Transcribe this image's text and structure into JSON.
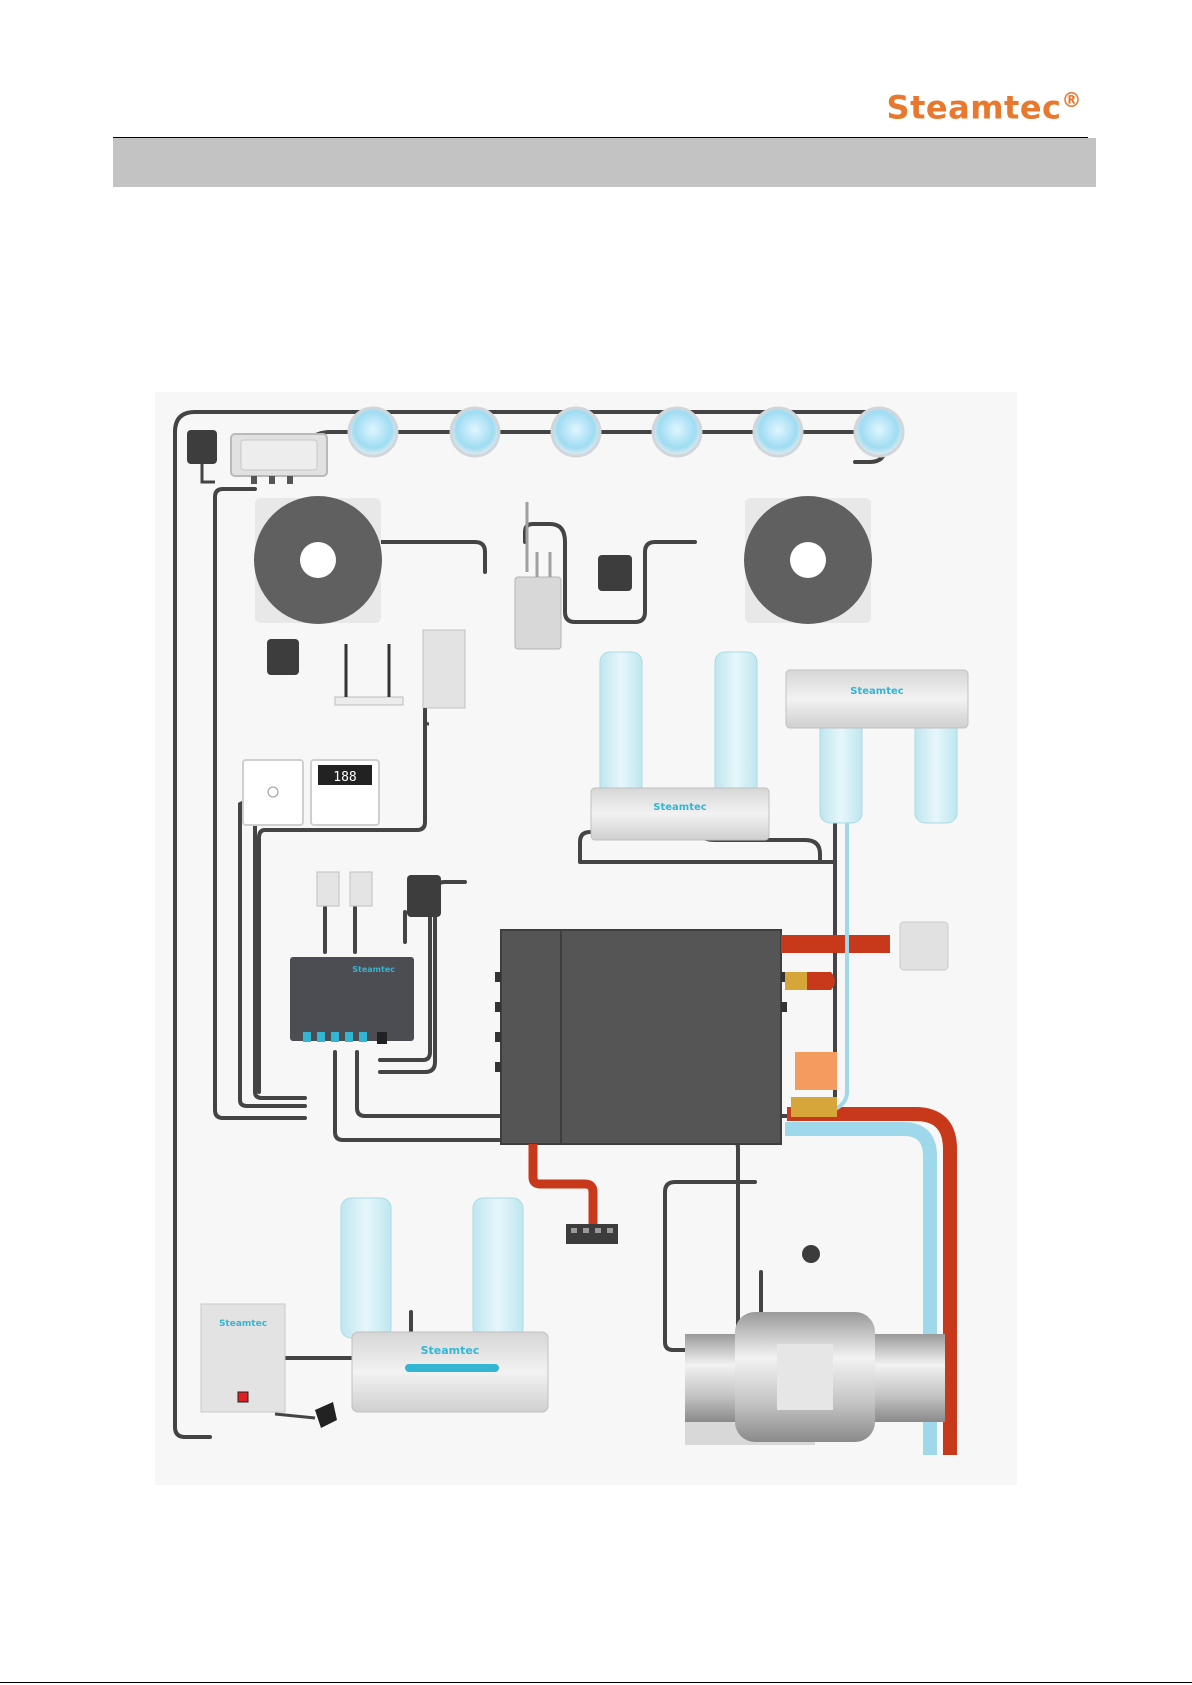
{
  "header": {
    "brand": "Steamtec",
    "brand_mark": "®"
  },
  "colors": {
    "brand": "#e8782d",
    "header_band": "#c3c3c3",
    "cable": "#444444",
    "hot_pipe": "#c8381a",
    "cold_pipe": "#9fd8ea",
    "water_tint": "#cdeef5",
    "generator": "#555555"
  },
  "diagram": {
    "labels": {
      "pump_unit_top_right": "Steamtec",
      "pump_unit_middle": "Steamtec",
      "pump_unit_bottom": "Steamtec",
      "control_box": "Steamtec",
      "power_box": "Steamtec",
      "display_readout": "188"
    },
    "icons": [
      "power-adapter-icon",
      "junction-box-icon",
      "ceiling-light-icon",
      "speaker-icon",
      "wifi-router-icon",
      "control-panel-icon",
      "sensor-icon",
      "steam-generator-icon",
      "steam-outlet-icon",
      "safety-valve-icon",
      "solenoid-valve-icon",
      "fragrance-bottle-icon",
      "drain-icon",
      "plug-icon",
      "temperature-sensor-icon",
      "exhaust-fan-icon"
    ]
  }
}
